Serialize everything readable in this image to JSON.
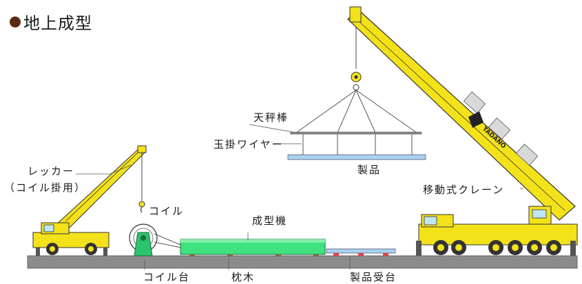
{
  "title": "地上成型",
  "labels": {
    "tenbinbou": "天秤棒",
    "tamakake_wire": "玉掛ワイヤー",
    "seihin": "製品",
    "wrecker": "レッカー",
    "wrecker_sub": "（コイル掛用）",
    "coil": "コイル",
    "seikeiki": "成型機",
    "mobile_crane": "移動式クレーン",
    "coil_dai": "コイル台",
    "makuragi": "枕木",
    "seihin_ukedai": "製品受台",
    "crane_brand": "TADANO"
  },
  "colors": {
    "crane_yellow": "#f3e21a",
    "ground": "#8c8c8c",
    "machine_green": "#3fe27f",
    "coil_green": "#2cc36b",
    "product_blue": "#a9d3ee",
    "rest_red": "#e0444a",
    "title_dot": "#5a2a10"
  }
}
